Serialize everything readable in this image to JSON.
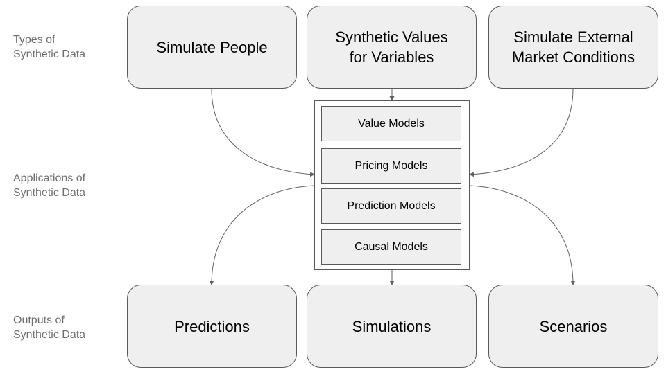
{
  "row_labels": {
    "types": [
      "Types of",
      "Synthetic Data"
    ],
    "applications": [
      "Applications of",
      "Synthetic Data"
    ],
    "outputs": [
      "Outputs of",
      "Synthetic Data"
    ]
  },
  "types": [
    {
      "lines": [
        "Simulate People"
      ]
    },
    {
      "lines": [
        "Synthetic Values",
        "for Variables"
      ]
    },
    {
      "lines": [
        "Simulate External",
        "Market Conditions"
      ]
    }
  ],
  "models": [
    "Value Models",
    "Pricing Models",
    "Prediction Models",
    "Causal Models"
  ],
  "outputs": [
    "Predictions",
    "Simulations",
    "Scenarios"
  ],
  "colors": {
    "box_fill": "#efefef",
    "box_border": "#595959",
    "connector": "#616161",
    "label_text": "#6f6f6f"
  }
}
